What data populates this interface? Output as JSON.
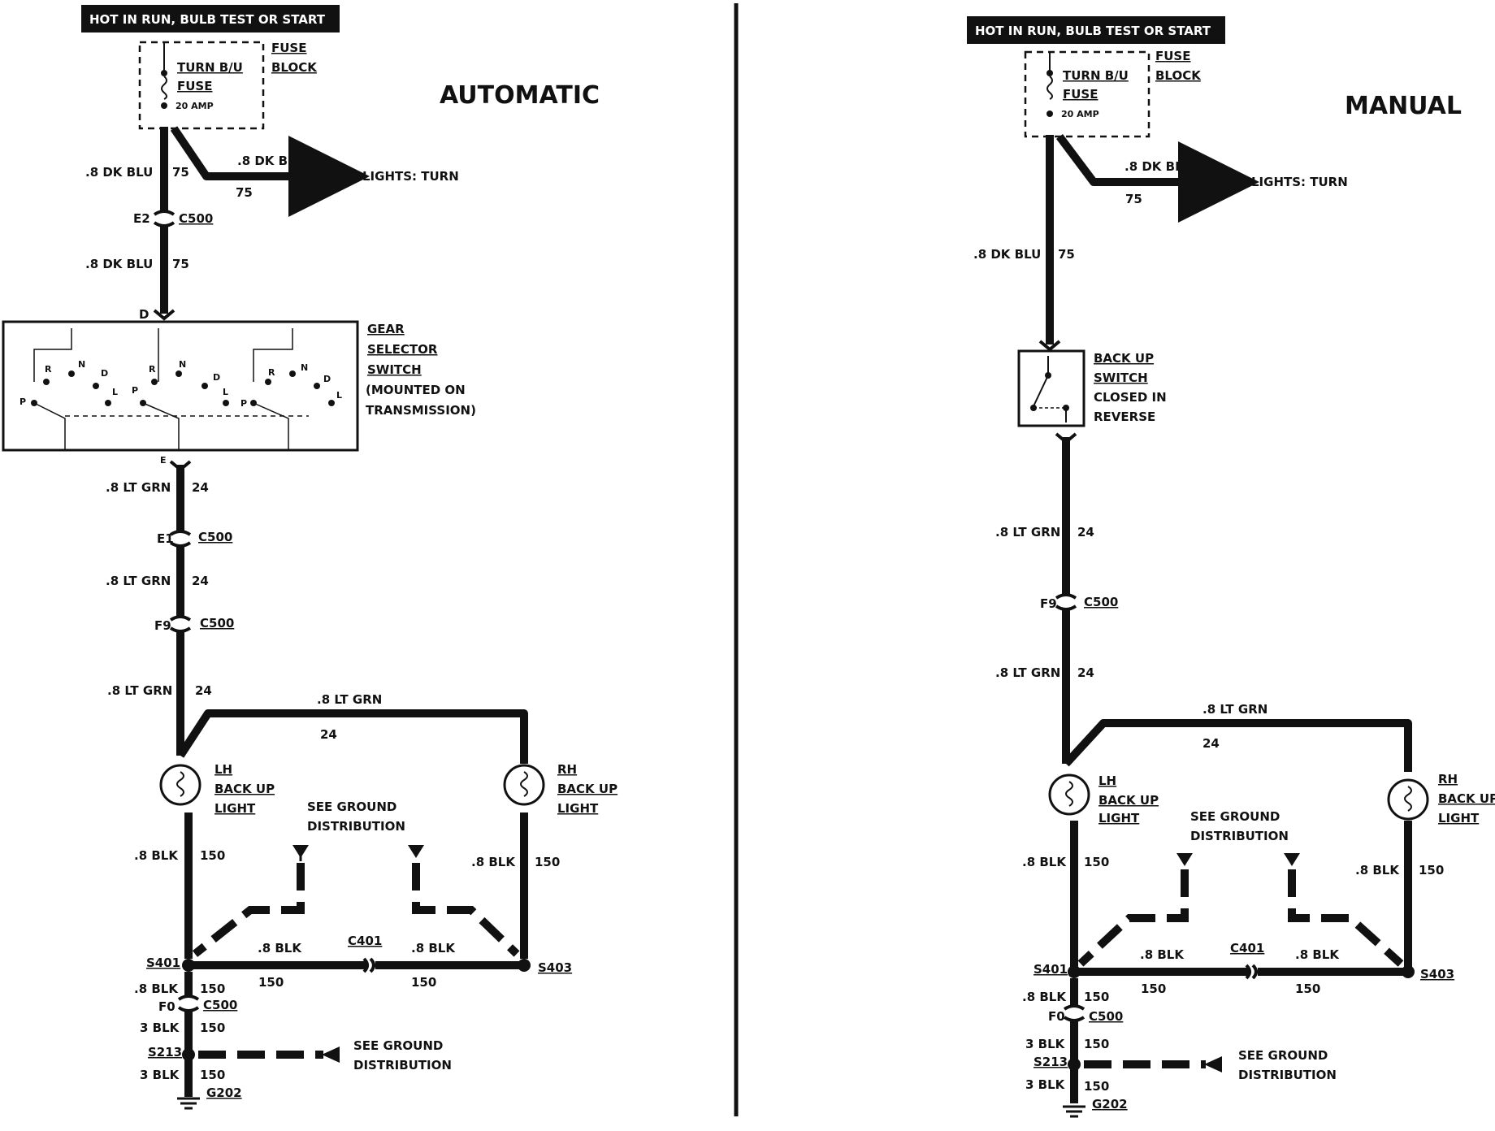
{
  "divider": true,
  "automatic": {
    "title": "AUTOMATIC",
    "power_label": "HOT IN RUN, BULB TEST OR START",
    "fuse_name_1": "TURN B/U",
    "fuse_name_2": "FUSE",
    "fuse_rating": "20 AMP",
    "fuse_block_1": "FUSE",
    "fuse_block_2": "BLOCK",
    "wire_dk_blu": ".8 DK BLU",
    "circuit_75": "75",
    "lights_turn": "LIGHTS: TURN",
    "pin_e2": "E2",
    "conn_c500": "C500",
    "pin_d": "D",
    "gear_1": "GEAR",
    "gear_2": "SELECTOR",
    "gear_3": "SWITCH",
    "gear_4": "(MOUNTED ON",
    "gear_5": "TRANSMISSION)",
    "pos_p": "P",
    "pos_r": "R",
    "pos_n": "N",
    "pos_d": "D",
    "pos_l": "L",
    "pin_e": "E",
    "wire_lt_grn": ".8 LT GRN",
    "circuit_24": "24",
    "pin_e1": "E1",
    "pin_f9": "F9",
    "lh_1": "LH",
    "lh_2": "BACK UP",
    "lh_3": "LIGHT",
    "rh_1": "RH",
    "rh_2": "BACK UP",
    "rh_3": "LIGHT",
    "see_ground_1": "SEE GROUND",
    "see_ground_2": "DISTRIBUTION",
    "wire_blk": ".8 BLK",
    "circuit_150": "150",
    "s401": "S401",
    "s403": "S403",
    "c401": "C401",
    "pin_f0": "F0",
    "wire_3blk": "3 BLK",
    "s213": "S213",
    "g202": "G202",
    "see_ground_b1": "SEE GROUND",
    "see_ground_b2": "DISTRIBUTION"
  },
  "manual": {
    "title": "MANUAL",
    "power_label": "HOT IN RUN, BULB TEST OR START",
    "fuse_name_1": "TURN B/U",
    "fuse_name_2": "FUSE",
    "fuse_rating": "20 AMP",
    "fuse_block_1": "FUSE",
    "fuse_block_2": "BLOCK",
    "wire_dk_blu": ".8 DK BLU",
    "circuit_75": "75",
    "lights_turn": "LIGHTS: TURN",
    "bu_1": "BACK UP",
    "bu_2": "SWITCH",
    "bu_3": "CLOSED IN",
    "bu_4": "REVERSE",
    "wire_lt_grn": ".8 LT GRN",
    "circuit_24": "24",
    "pin_f9": "F9",
    "conn_c500": "C500",
    "lh_1": "LH",
    "lh_2": "BACK UP",
    "lh_3": "LIGHT",
    "rh_1": "RH",
    "rh_2": "BACK UP",
    "rh_3": "LIGHT",
    "see_ground_1": "SEE GROUND",
    "see_ground_2": "DISTRIBUTION",
    "wire_blk": ".8 BLK",
    "circuit_150": "150",
    "s401": "S401",
    "s403": "S403",
    "c401": "C401",
    "pin_f0": "F0",
    "wire_3blk": "3 BLK",
    "s213": "S213",
    "g202": "G202",
    "see_ground_b1": "SEE GROUND",
    "see_ground_b2": "DISTRIBUTION"
  }
}
